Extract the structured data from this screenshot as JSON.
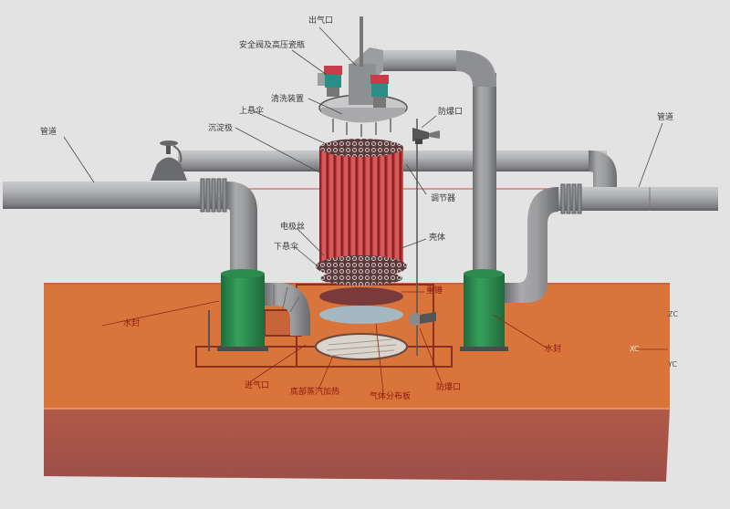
{
  "diagram": {
    "title": "Wet electrostatic precipitator structure",
    "colors": {
      "background": "#e4e3e4",
      "base_top": "#d9743a",
      "base_front": "#a9544a",
      "pipe": "#9ea0a2",
      "water_seal": "#2f8e52",
      "collector_tubes": "#c0474a",
      "valve_red": "#c83c4a",
      "valve_teal": "#2a8e86"
    },
    "labels": {
      "outlet": "出气口",
      "insulator": "安全阀及高压瓷瓶",
      "washing_device": "清洗装置",
      "upper_hanger": "上悬伞",
      "collecting_electrode": "沉淀极",
      "explosion_vent_top": "防爆口",
      "pipeline_left": "管道",
      "pipeline_right": "管道",
      "regulator": "调节器",
      "discharge_electrode": "电极丝",
      "lower_hanger": "下悬伞",
      "shell": "壳体",
      "weight": "重锤",
      "water_seal_left": "水封",
      "water_seal_right": "水封",
      "inlet": "进气口",
      "steam_heating": "底部蒸汽加热",
      "gas_distribution_plate": "气体分布板",
      "explosion_vent_bottom": "防爆口",
      "axis_zc": "ZC",
      "axis_xc": "XC",
      "axis_yc": "YC"
    }
  }
}
